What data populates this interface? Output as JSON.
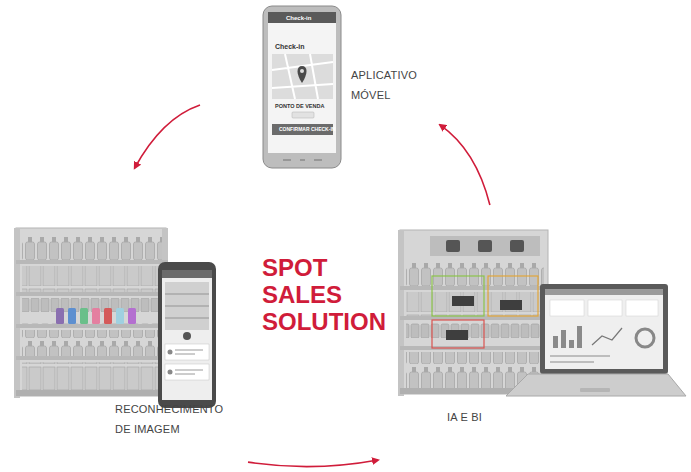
{
  "diagram": {
    "title": "SPOT SALES SOLUTION",
    "nodes": [
      {
        "text": [
          "APLICATIVO MÓVEL"
        ]
      },
      {
        "text": [
          "RECONHECIMENTO DE IMAGEM"
        ]
      },
      {
        "text": [
          "IA E BI"
        ]
      }
    ],
    "edges": [
      {
        "from": 0,
        "to": 1,
        "arrow": "to"
      },
      {
        "from": 1,
        "to": 2,
        "arrow": "to"
      },
      {
        "from": 2,
        "to": 0,
        "arrow": "to"
      }
    ],
    "labels": [
      "Check-in",
      "Check-in",
      "PONTO DE VENDA",
      "CONFIRMAR CHECK-IN"
    ]
  }
}
